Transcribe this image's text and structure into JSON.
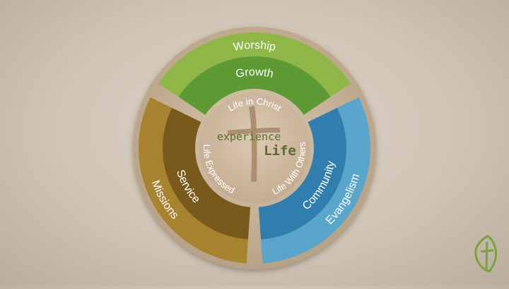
{
  "diagram": {
    "center": {
      "wordmark_top": "experience",
      "wordmark_bottom": "Life"
    },
    "segments": [
      {
        "id": "green",
        "outer_label": "Worship",
        "middle_label": "Growth",
        "inner_label": "Life in Christ",
        "color_outer": "#8fb747",
        "color_middle": "#5e9a34"
      },
      {
        "id": "blue",
        "outer_label": "Evangelism",
        "middle_label": "Community",
        "inner_label": "Life With Others",
        "color_outer": "#5aa5cc",
        "color_middle": "#2f7ead"
      },
      {
        "id": "brown",
        "outer_label": "Missions",
        "middle_label": "Service",
        "inner_label": "Life Expressed",
        "color_outer": "#a7822f",
        "color_middle": "#7a5a1c"
      }
    ],
    "colors": {
      "rim": "#c7b49b",
      "hub": "#ceb9a0",
      "cross": "#a78a6c"
    }
  },
  "logo": {
    "name": "leaf-cross-logo",
    "color": "#7aa33a"
  }
}
